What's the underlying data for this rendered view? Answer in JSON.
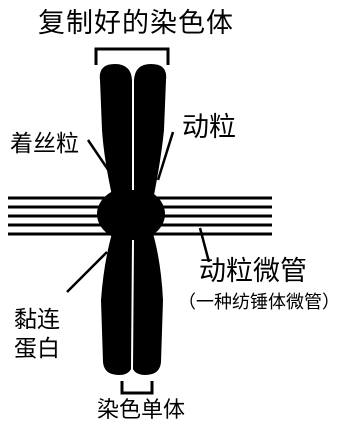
{
  "labels": {
    "replicated_chromosome": "复制好的染色体",
    "centromere": "着丝粒",
    "kinetochore": "动粒",
    "kinetochore_microtubule": "动粒微管",
    "microtubule_note": "（一种纺锤体微管）",
    "cohesin": "黏连蛋白",
    "sister_chromatid": "染色单体"
  },
  "colors": {
    "ink": "#000000",
    "background": "#ffffff"
  }
}
